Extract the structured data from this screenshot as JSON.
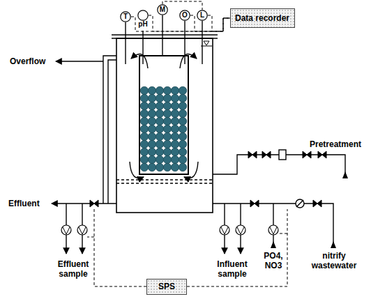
{
  "diagram": {
    "nodes": [
      {
        "text": [
          "Data recorder"
        ]
      },
      {
        "text": [
          "T"
        ]
      },
      {
        "text": [
          "pH"
        ]
      },
      {
        "text": [
          "M"
        ]
      },
      {
        "text": [
          "O"
        ]
      },
      {
        "text": [
          "L"
        ]
      },
      {
        "text": [
          "SPS"
        ]
      }
    ],
    "edges": [
      {
        "from": 1,
        "to": 0,
        "arrow": "none"
      },
      {
        "from": 2,
        "to": 0,
        "arrow": "none"
      },
      {
        "from": 4,
        "to": 0,
        "arrow": "none"
      },
      {
        "from": 5,
        "to": 0,
        "arrow": "none"
      },
      {
        "from": 3,
        "to": 5,
        "arrow": "none"
      }
    ],
    "labels": [
      "Overflow",
      "Effluent",
      "Effluent sample",
      "Influent sample",
      "Pretreatment",
      "PO4, NO3",
      "nitrify wastewater"
    ]
  }
}
